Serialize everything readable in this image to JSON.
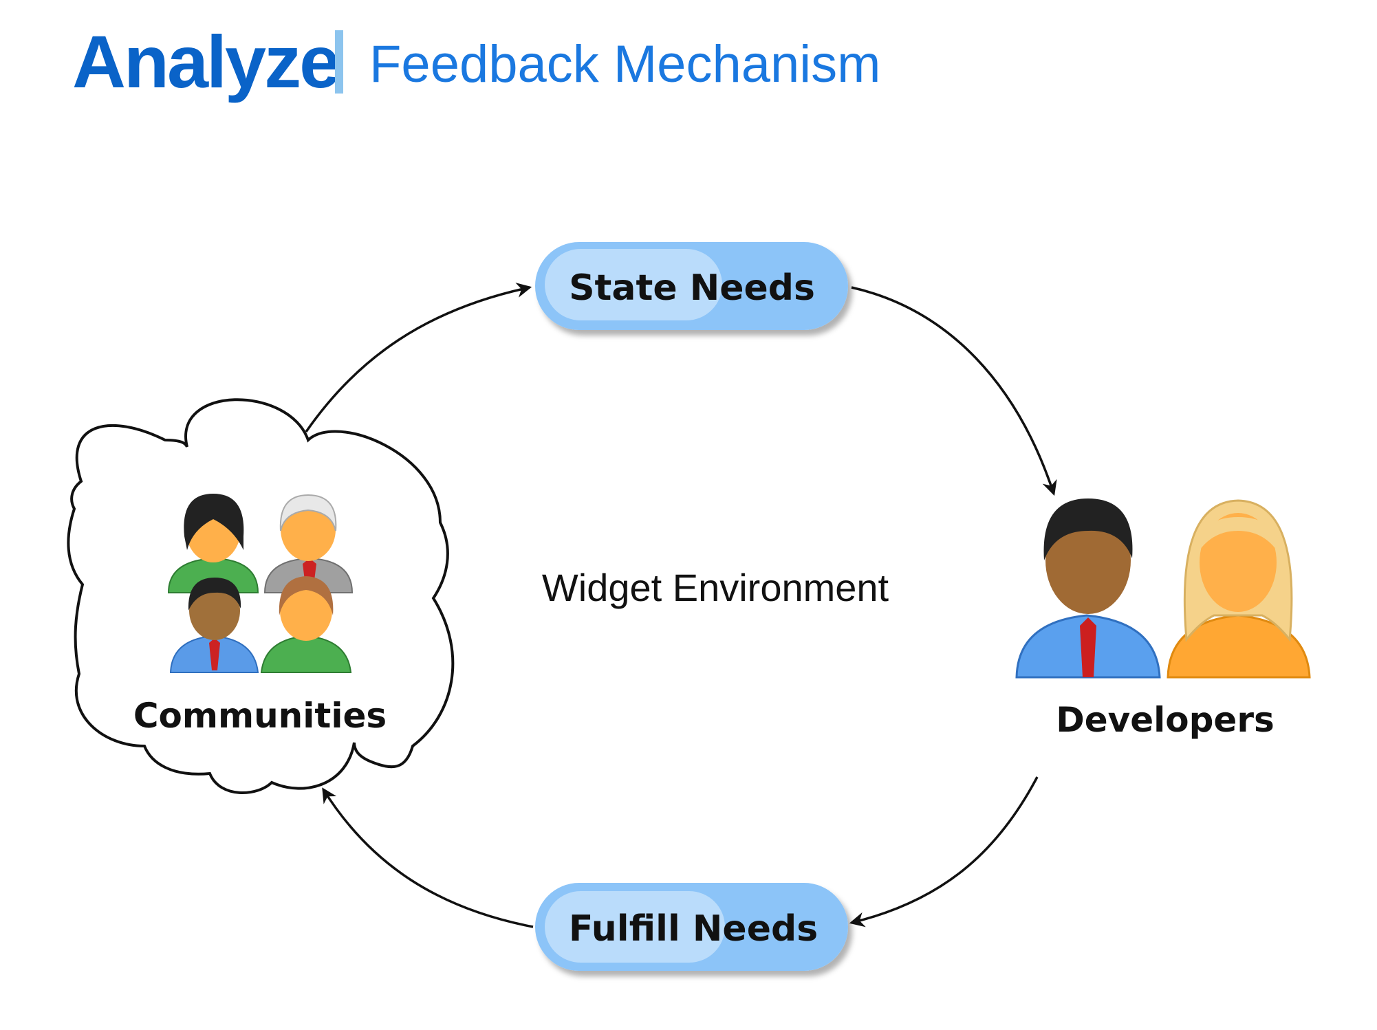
{
  "header": {
    "title": "Analyze",
    "subtitle": "Feedback Mechanism"
  },
  "diagram": {
    "center_label": "Widget Environment",
    "nodes": {
      "state_needs": "State Needs",
      "fulfill_needs": "Fulfill Needs",
      "communities": "Communities",
      "developers": "Developers"
    },
    "flow": [
      "Communities",
      "State Needs",
      "Developers",
      "Fulfill Needs",
      "Communities"
    ]
  },
  "colors": {
    "title": "#0a63c8",
    "subtitle": "#1a78e0",
    "pill_fill": "#8cc4f8",
    "pill_highlight": "#c8e4fc",
    "arrow": "#111111"
  },
  "icons": [
    "community-group-icon",
    "developer-male-icon",
    "developer-female-icon",
    "cloud-icon"
  ]
}
